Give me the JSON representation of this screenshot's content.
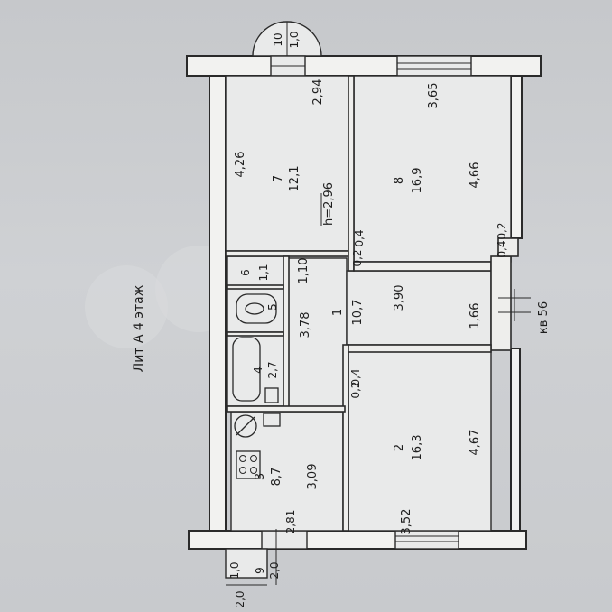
{
  "plan": {
    "title": "Лит А  4 этаж",
    "apartment": "кв 56",
    "ceiling_height": "h=2,96"
  },
  "rooms": {
    "r1": {
      "number": "1",
      "area": "10,7",
      "width": "1,10",
      "length": "3,78",
      "side": "3,90",
      "side2": "1,66"
    },
    "r2": {
      "number": "2",
      "area": "16,3",
      "width": "3,52",
      "length": "4,67",
      "niche": "0,4",
      "niche2": "0,2"
    },
    "r3": {
      "number": "3",
      "area": "8,7",
      "width": "2,81",
      "length": "3,09"
    },
    "r4": {
      "number": "4",
      "area": "2,7"
    },
    "r5": {
      "number": "5"
    },
    "r6": {
      "number": "6",
      "area": "1,1"
    },
    "r7": {
      "number": "7",
      "area": "12,1",
      "width": "2,94",
      "length": "4,26"
    },
    "r8": {
      "number": "8",
      "area": "16,9",
      "width": "3,65",
      "length": "4,66",
      "niche": "0,4",
      "niche2": "0,2",
      "niche3": "0,4",
      "niche4": "0,2"
    },
    "r9": {
      "number": "9",
      "area": "2,0",
      "width": "1,0",
      "length": "2,0"
    },
    "r10": {
      "number": "10",
      "area": "1,0"
    }
  }
}
